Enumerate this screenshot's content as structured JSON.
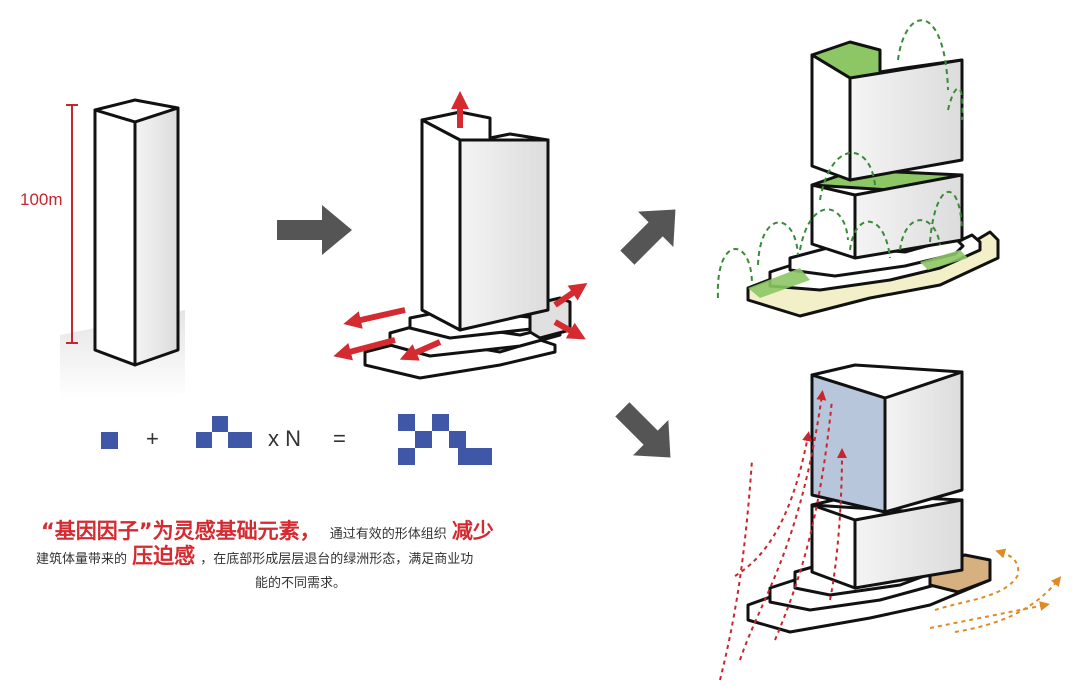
{
  "dimension": {
    "height_label": "100m"
  },
  "formula": {
    "plus": "+",
    "times": "x N",
    "equals": "="
  },
  "caption": {
    "line1_red": "“基因因子”为灵感基础元素，",
    "line1_black": "通过有效的形体组织",
    "line1_red_end": "减少",
    "line2_black_start": "建筑体量带来的",
    "line2_red": "压迫感",
    "line2_black_end": "，在底部形成层层退台的绿洲形态，满足商业功",
    "line3": "能的不同需求。"
  },
  "colors": {
    "accent_red": "#d42a30",
    "arrow_gray": "#555555",
    "pixel_blue": "#3f57a6",
    "green_roof": "#8cc665",
    "podium_cream": "#f3efc9",
    "tower_blue": "#b7c6db",
    "retail_tan": "#d6b07e",
    "vine_green": "#3a8a3a",
    "wind_red": "#c8262e",
    "wind_orange": "#e08a25"
  }
}
